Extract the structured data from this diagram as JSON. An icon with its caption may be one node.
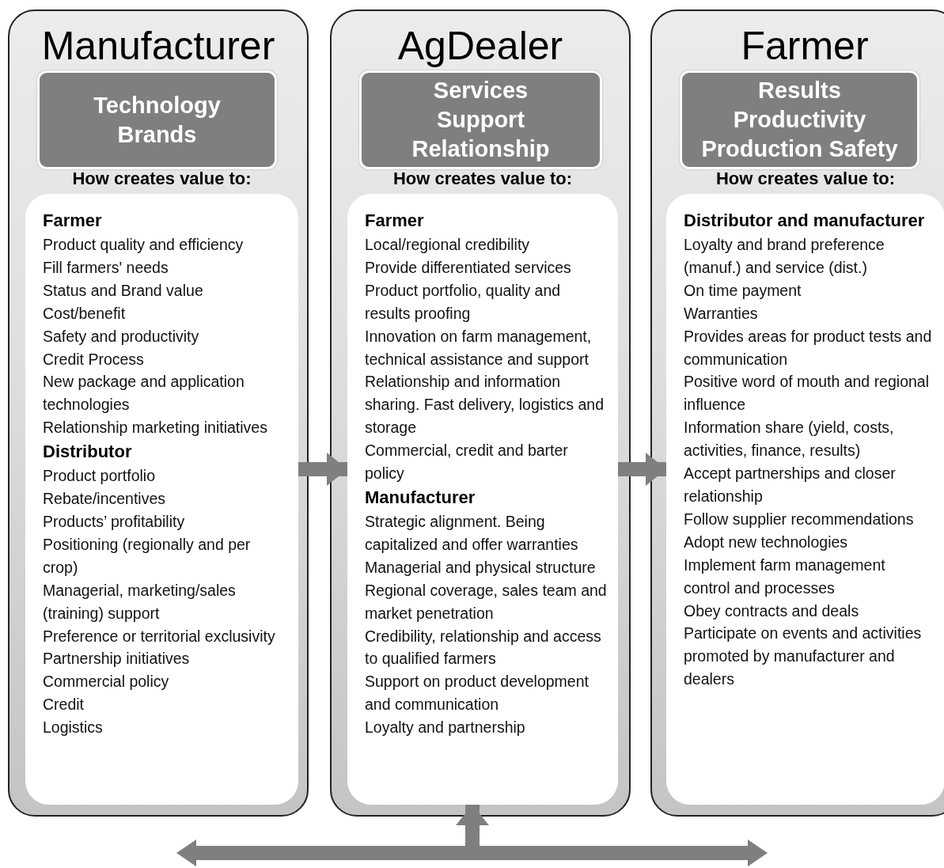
{
  "diagram": {
    "nodes": [
      {
        "text": [
          "Manufacturer"
        ]
      },
      {
        "text": [
          "Technology",
          "Brands"
        ],
        "in": 0
      },
      {
        "text": [
          "How creates value to:",
          "Farmer",
          "Product quality and efficiency",
          "Fill farmers' needs",
          "Status and Brand value",
          "Cost/benefit",
          "Safety and productivity",
          "Credit Process",
          "New package and application technologies",
          "Relationship marketing initiatives",
          "Distributor",
          "Product portfolio",
          "Rebate/incentives",
          "Products’ profitability",
          "Positioning (regionally and per crop)",
          "Managerial, marketing/sales (training) support",
          "Preference or territorial exclusivity",
          "Partnership initiatives",
          "Commercial policy",
          "Credit",
          "Logistics"
        ],
        "in": 0
      },
      {
        "text": [
          "AgDealer"
        ]
      },
      {
        "text": [
          "Services",
          "Support",
          "Relationship"
        ],
        "in": 3
      },
      {
        "text": [
          "How creates value to:",
          "Farmer",
          "Local/regional credibility",
          "Provide differentiated services",
          "Product portfolio, quality and results proofing",
          "Innovation on farm management, technical assistance and support",
          "Relationship and information sharing. Fast delivery, logistics and storage",
          "Commercial, credit and barter policy",
          "Manufacturer",
          "Strategic alignment. Being capitalized and offer warranties",
          "Managerial and physical structure",
          "Regional coverage, sales team and market penetration",
          "Credibility, relationship and access to qualified farmers",
          "Support on product development and communication",
          "Loyalty and partnership"
        ],
        "in": 3
      },
      {
        "text": [
          "Farmer"
        ]
      },
      {
        "text": [
          "Results",
          "Productivity",
          "Production Safety"
        ],
        "in": 6
      },
      {
        "text": [
          "How creates value to:",
          "Distributor and manufacturer",
          "Loyalty and brand preference (manuf.) and service (dist.)",
          "On time payment",
          "Warranties",
          "Provides areas for product tests and communication",
          "Positive word of mouth and regional influence",
          "Information share (yield, costs, activities, finance, results)",
          "Accept partnerships and closer relationship",
          "Follow supplier recommendations",
          "Adopt new technologies",
          "Implement farm management control and processes",
          "Obey contracts and deals",
          "Participate on events and activities promoted by manufacturer and dealers"
        ],
        "in": 6
      }
    ],
    "edges": [
      {
        "from": 2,
        "to": 5,
        "arrow": "to"
      },
      {
        "from": 5,
        "to": 8,
        "arrow": "to"
      },
      {
        "from": null,
        "to": 5,
        "arrow": "to"
      }
    ]
  }
}
